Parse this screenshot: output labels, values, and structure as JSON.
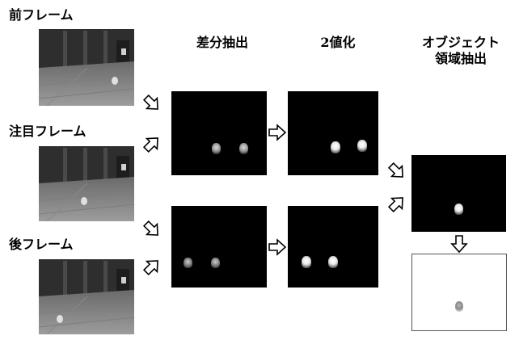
{
  "labels": {
    "prev_frame": "前フレーム",
    "target_frame": "注目フレーム",
    "next_frame": "後フレーム"
  },
  "columns": {
    "diff": "差分抽出",
    "binarize": "2値化",
    "object_line1": "オブジェクト",
    "object_line2": "領域抽出"
  },
  "colors": {
    "background": "#ffffff",
    "frame_dark": "#000000",
    "arrow_stroke": "#000000"
  },
  "icons": {
    "arrow": "hollow-arrow-icon"
  }
}
